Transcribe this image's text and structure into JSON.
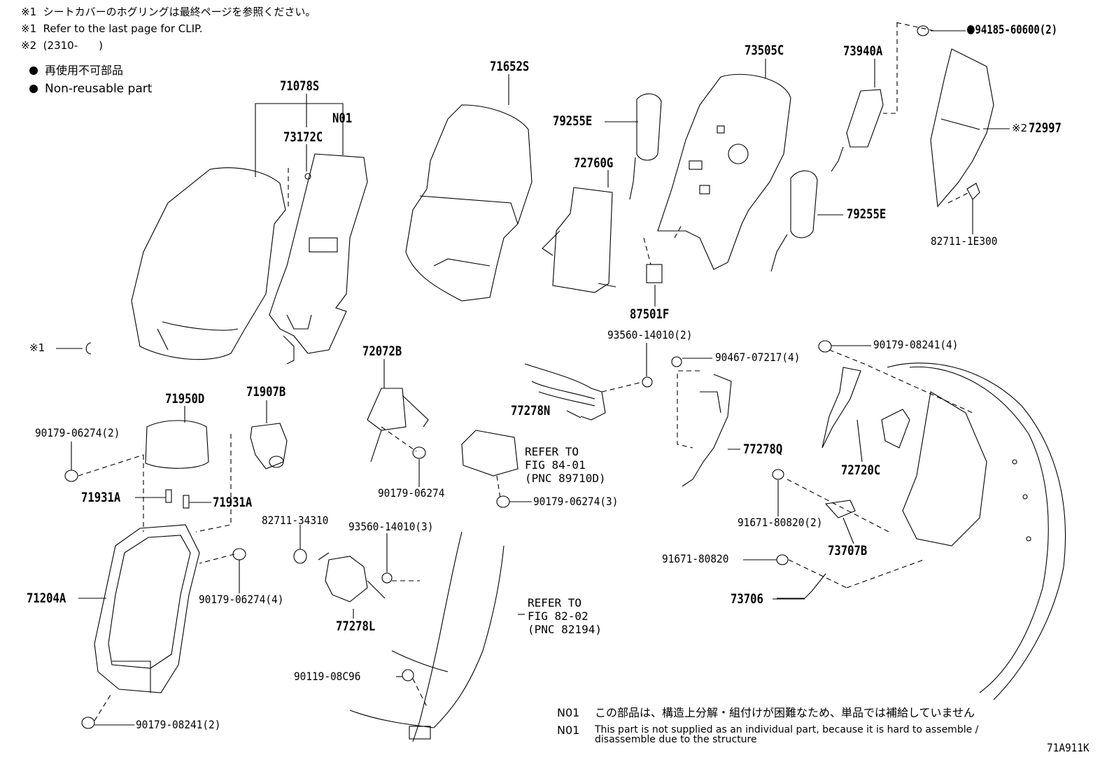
{
  "notes": {
    "n1_mark": "※1",
    "n1_jp": "シートカバーのホグリングは最終ページを参照ください。",
    "n1_en": "Refer to the last page for CLIP.",
    "n2_mark": "※2",
    "n2_text": "(2310-　　)",
    "legend_jp": "再使用不可部品",
    "legend_en": "Non-reusable part",
    "clip_ref": "※1"
  },
  "parts": {
    "p71078S": "71078S",
    "p73172C": "73172C",
    "pN01": "N01",
    "p71652S": "71652S",
    "p79255E_a": "79255E",
    "p72760G": "72760G",
    "p73505C": "73505C",
    "p79255E_b": "79255E",
    "p87501F": "87501F",
    "p73940A": "73940A",
    "p94185": "94185-60600(2)",
    "p72997_mark": "※2",
    "p72997": "72997",
    "p82711_1E300": "82711-1E300",
    "p71950D": "71950D",
    "p71907B": "71907B",
    "p90179_06274_2": "90179-06274(2)",
    "p71931A_a": "71931A",
    "p71931A_b": "71931A",
    "p72072B": "72072B",
    "p90179_06274": "90179-06274",
    "p93560_14010_2": "93560-14010(2)",
    "p77278N": "77278N",
    "p90179_06274_3": "90179-06274(3)",
    "p90467": "90467-07217(4)",
    "p77278Q": "77278Q",
    "p90179_08241_4": "90179-08241(4)",
    "p72720C": "72720C",
    "p91671_80820_2": "91671-80820(2)",
    "p73707B": "73707B",
    "p91671_80820": "91671-80820",
    "p73706": "73706",
    "p82711_34310": "82711-34310",
    "p93560_14010_3": "93560-14010(3)",
    "p77278L": "77278L",
    "p71204A": "71204A",
    "p90179_06274_4": "90179-06274(4)",
    "p90119": "90119-08C96",
    "p90179_08241_2": "90179-08241(2)"
  },
  "refs": {
    "r1_l1": "REFER TO",
    "r1_l2": "FIG 84-01",
    "r1_l3": "(PNC 89710D)",
    "r2_l1": "REFER TO",
    "r2_l2": "FIG 82-02",
    "r2_l3": "(PNC 82194)"
  },
  "footnote": {
    "code_jp": "N01",
    "text_jp": "この部品は、構造上分解・組付けが困難なため、単品では補給していません",
    "code_en": "N01",
    "text_en_1": "This part is not supplied as an individual part, because it is hard to assemble /",
    "text_en_2": "disassemble due to the structure"
  },
  "figure_id": "71A911K"
}
